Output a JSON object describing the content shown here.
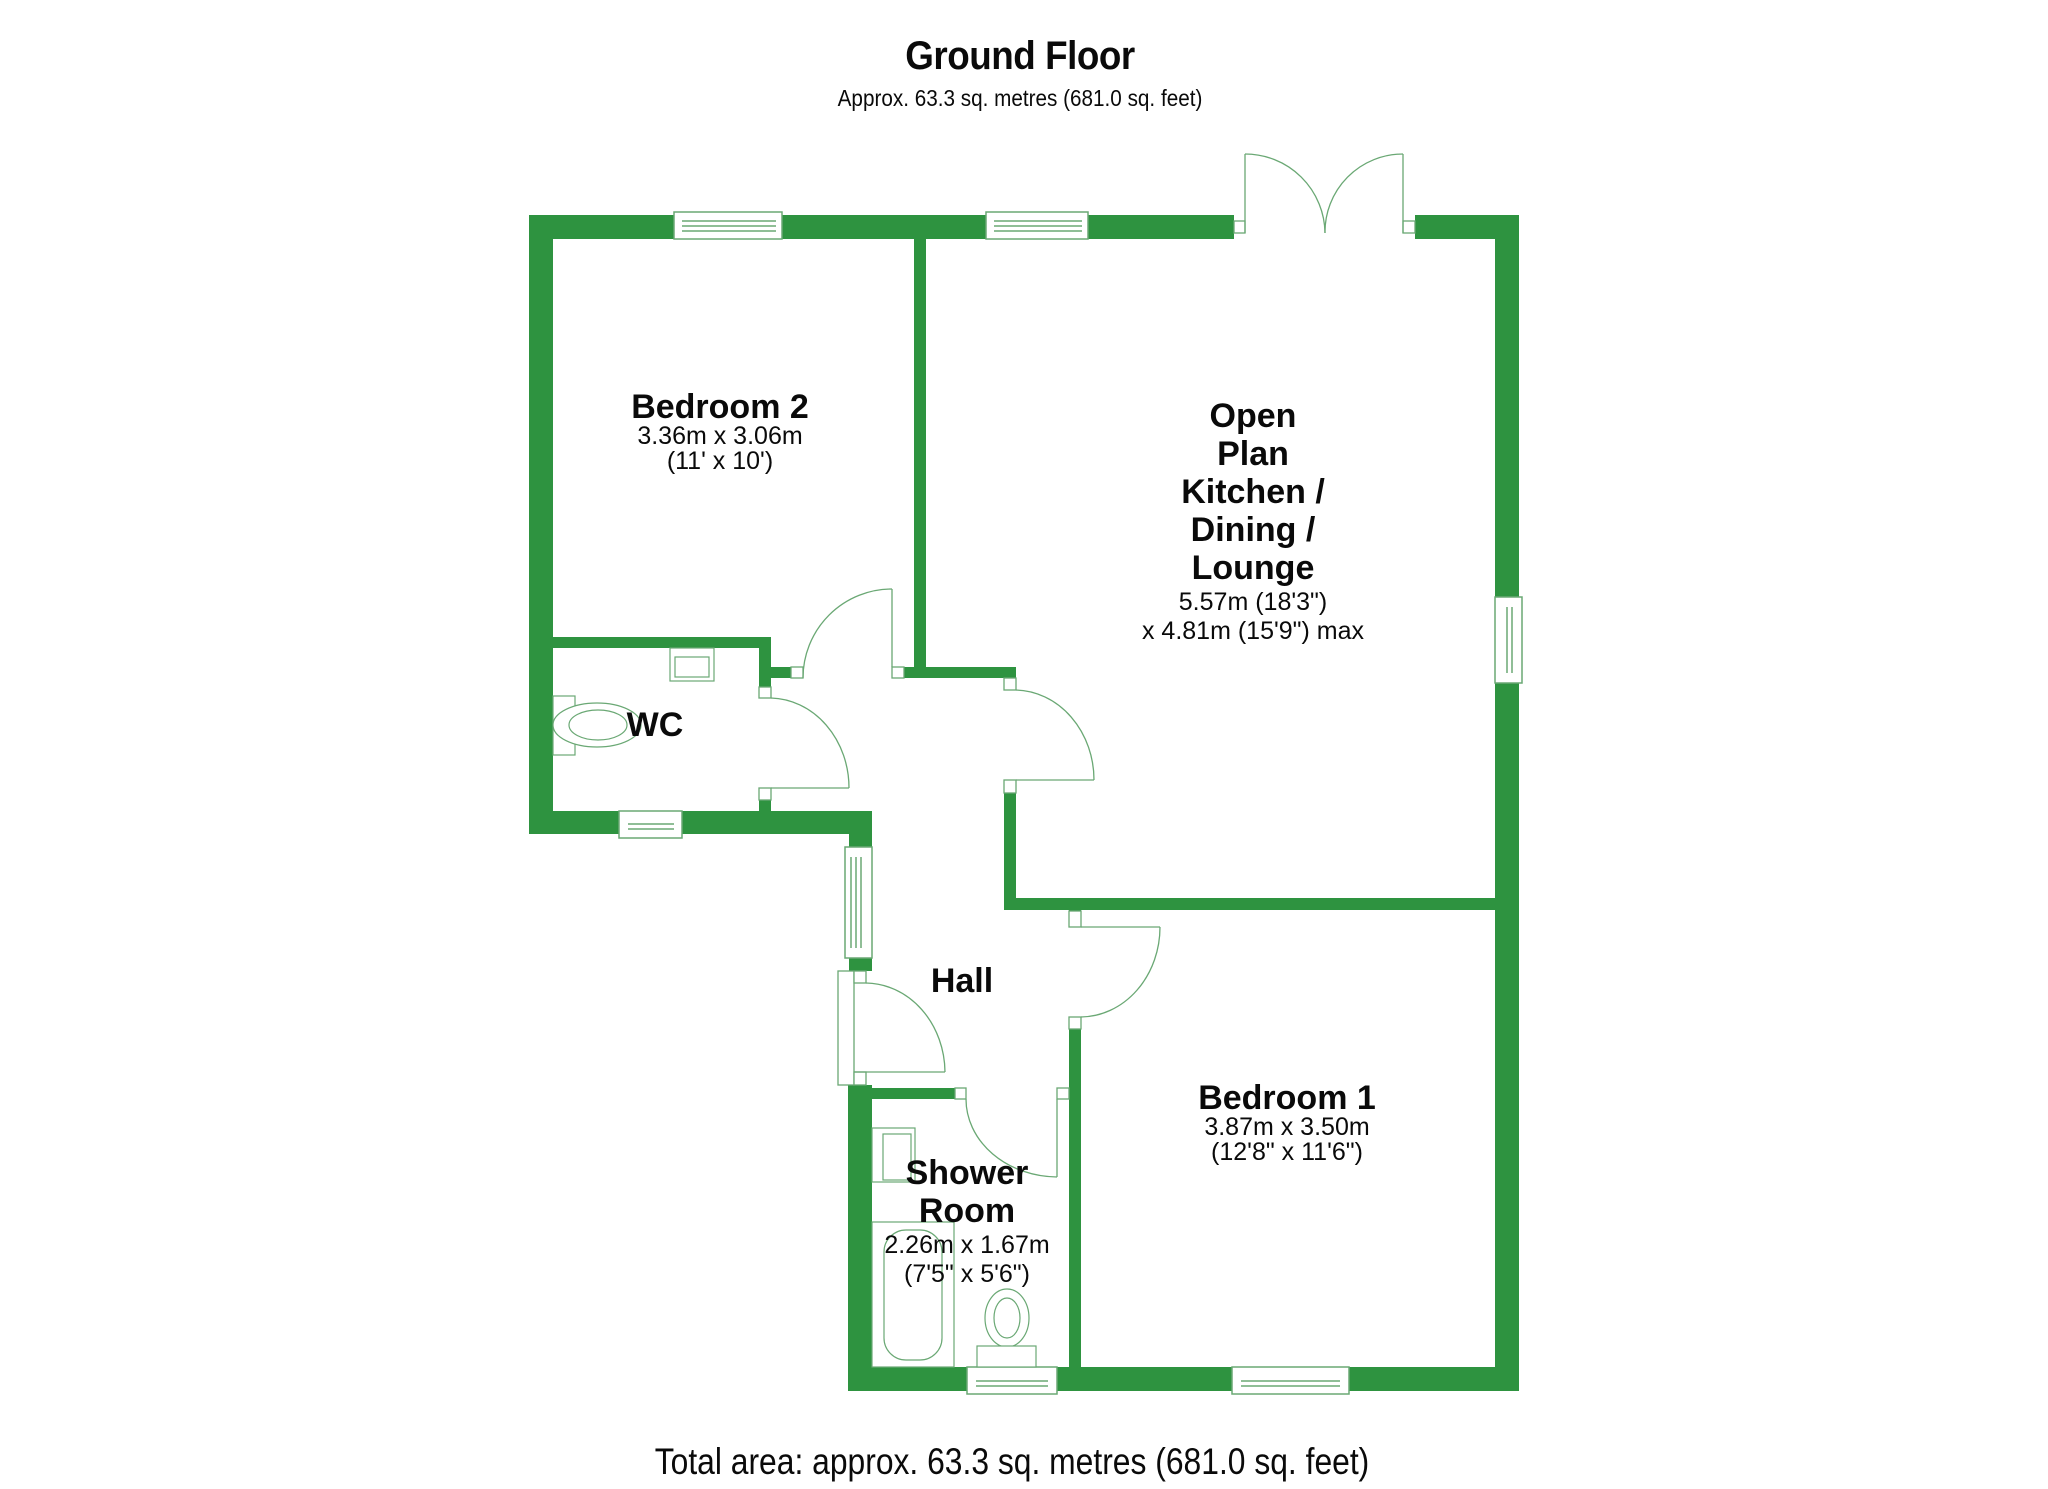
{
  "header": {
    "title": "Ground Floor",
    "subtitle": "Approx. 63.3 sq. metres (681.0 sq. feet)"
  },
  "colors": {
    "wall": "#2e9340",
    "fixture_line": "#4f9b5c",
    "text": "#0a0a0a"
  },
  "rooms": {
    "bedroom2": {
      "name": "Bedroom 2",
      "dim_metric": "3.36m x 3.06m",
      "dim_imperial": "(11' x 10')"
    },
    "kitchen": {
      "name_lines": [
        "Open",
        "Plan",
        "Kitchen /",
        "Dining /",
        "Lounge"
      ],
      "dim_line1": "5.57m (18'3\")",
      "dim_line2": "x 4.81m (15'9\") max"
    },
    "wc": {
      "name": "WC"
    },
    "hall": {
      "name": "Hall"
    },
    "bedroom1": {
      "name": "Bedroom 1",
      "dim_metric": "3.87m x 3.50m",
      "dim_imperial": "(12'8\" x 11'6\")"
    },
    "shower": {
      "name_lines": [
        "Shower",
        "Room"
      ],
      "dim_metric": "2.26m x 1.67m",
      "dim_imperial": "(7'5\" x 5'6\")"
    }
  },
  "footer": {
    "total_area": "Total area: approx. 63.3 sq. metres (681.0 sq. feet)"
  }
}
